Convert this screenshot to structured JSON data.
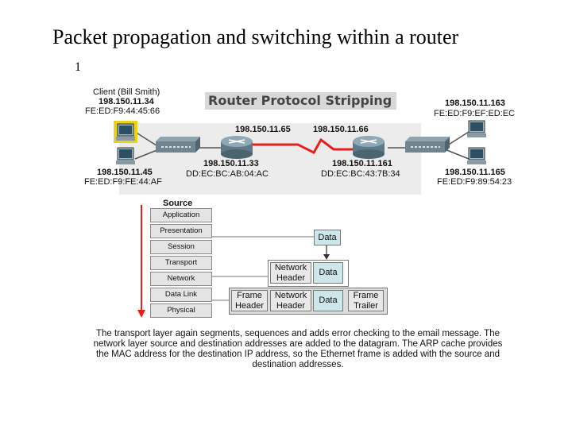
{
  "slide": {
    "title": "Packet propagation and switching within a router",
    "bullet": "1"
  },
  "diagram": {
    "title": "Router Protocol Stripping",
    "client_label": "Client (Bill Smith)",
    "hosts": {
      "client_top": {
        "ip": "198.150.11.34",
        "mac": "FE:ED:F9:44:45:66"
      },
      "client_bottom": {
        "ip": "198.150.11.45",
        "mac": "FE:ED:F9:FE:44:AF"
      },
      "router_a_lan": {
        "ip": "198.150.11.33",
        "mac": "DD:EC:BC:AB:04:AC"
      },
      "router_a_wan": {
        "ip": "198.150.11.65"
      },
      "router_b_wan": {
        "ip": "198.150.11.66"
      },
      "router_b_lan": {
        "ip": "198.150.11.161",
        "mac": "DD:EC:BC:43:7B:34"
      },
      "server_top": {
        "ip": "198.150.11.163",
        "mac": "FE:ED:F9:EF:ED:EC"
      },
      "server_bottom": {
        "ip": "198.150.11.165",
        "mac": "FE:ED:F9:89:54:23"
      }
    },
    "osi": {
      "source_label": "Source",
      "layers": [
        "Application",
        "Presentation",
        "Session",
        "Transport",
        "Network",
        "Data Link",
        "Physical"
      ]
    },
    "encapsulation": {
      "data": "Data",
      "network_header": "Network Header",
      "frame_header": "Frame Header",
      "frame_trailer": "Frame Trailer"
    },
    "description": "The transport layer again segments, sequences and adds error checking to the email message. The network layer source and destination addresses are added to the datagram. The ARP cache provides the MAC address for the destination IP address, so the Ethernet frame is added with the source and destination addresses."
  },
  "colors": {
    "serial_link": "#e8201c",
    "data_box": "#cde6ea",
    "arrow": "#e8201c",
    "selected_host": "#e8d21a"
  }
}
